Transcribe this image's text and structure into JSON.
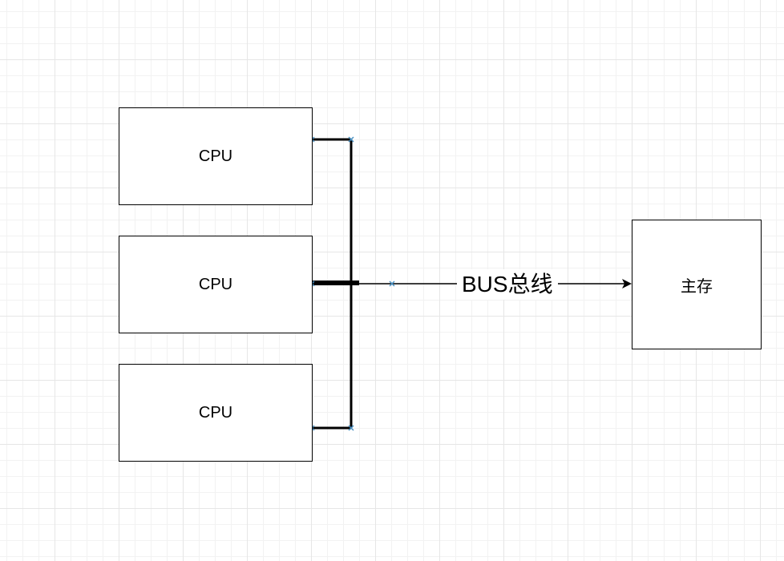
{
  "diagram": {
    "nodes": [
      {
        "id": "cpu-1",
        "label": "CPU"
      },
      {
        "id": "cpu-2",
        "label": "CPU"
      },
      {
        "id": "cpu-3",
        "label": "CPU"
      },
      {
        "id": "memory",
        "label": "主存"
      }
    ],
    "edges": [
      {
        "from": "cpu-1",
        "to": "bus"
      },
      {
        "from": "cpu-2",
        "to": "bus"
      },
      {
        "from": "cpu-3",
        "to": "bus"
      },
      {
        "from": "bus",
        "to": "memory",
        "label": "BUS总线"
      }
    ],
    "colors": {
      "line": "#000000",
      "connection_marker": "#4a90c2",
      "grid": "#e6e6e6"
    }
  }
}
